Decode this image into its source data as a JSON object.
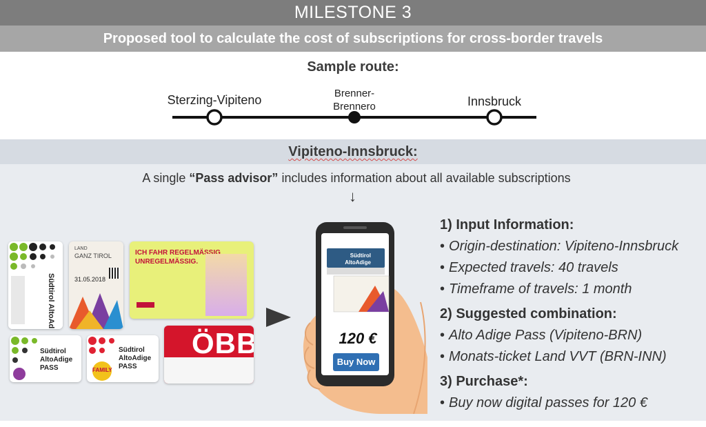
{
  "header": {
    "title": "MILESTONE 3",
    "subtitle": "Proposed tool to calculate the cost of subscriptions for cross-border travels"
  },
  "route": {
    "label": "Sample route:",
    "stations": [
      {
        "name": "Sterzing-Vipiteno",
        "marker": "open"
      },
      {
        "name": "Brenner-\nBrennero",
        "marker": "filled"
      },
      {
        "name": "Innsbruck",
        "marker": "open"
      }
    ]
  },
  "section": {
    "title": "Vipiteno-Innsbruck:",
    "intro_prefix": "A single ",
    "intro_bold": "“Pass advisor”",
    "intro_suffix": " includes information about all available subscriptions",
    "down_arrow": "↓"
  },
  "cards": {
    "card1_brand": "Südtirol AltoAdige PASS",
    "card2_lines": [
      "LAND",
      "GANZ TIROL",
      "31.05.2018"
    ],
    "card3_lines": [
      "ICH FAHR REGELMÄSSIG",
      "UNREGELMÄSSIG."
    ],
    "card4_brand": "Südtirol AltoAdige PASS",
    "card5_brand": "Südtirol AltoAdige PASS",
    "card5_badge": "FAMILY",
    "card6_brand": "ÖBB"
  },
  "phone": {
    "app_brand": "Südtirol AltoAdige",
    "price": "120 €",
    "buy_button": "Buy Now"
  },
  "info": {
    "sections": [
      {
        "heading": "1) Input Information:",
        "items": [
          "Origin-destination: Vipiteno-Innsbruck",
          "Expected travels: 40 travels",
          "Timeframe of travels: 1 month"
        ]
      },
      {
        "heading": "2) Suggested combination:",
        "items": [
          "Alto Adige Pass (Vipiteno-BRN)",
          "Monats-ticket Land VVT (BRN-INN)"
        ]
      },
      {
        "heading": "3) Purchase*:",
        "items": [
          "Buy now digital passes for 120 €"
        ]
      }
    ]
  },
  "colors": {
    "title_bar": "#7d7d7d",
    "subtitle_bar": "#a6a6a6",
    "section_bg": "#e9ecf0",
    "section_head": "#d6dbe2",
    "button_blue": "#2f6fb3",
    "obb_red": "#d4152b"
  }
}
